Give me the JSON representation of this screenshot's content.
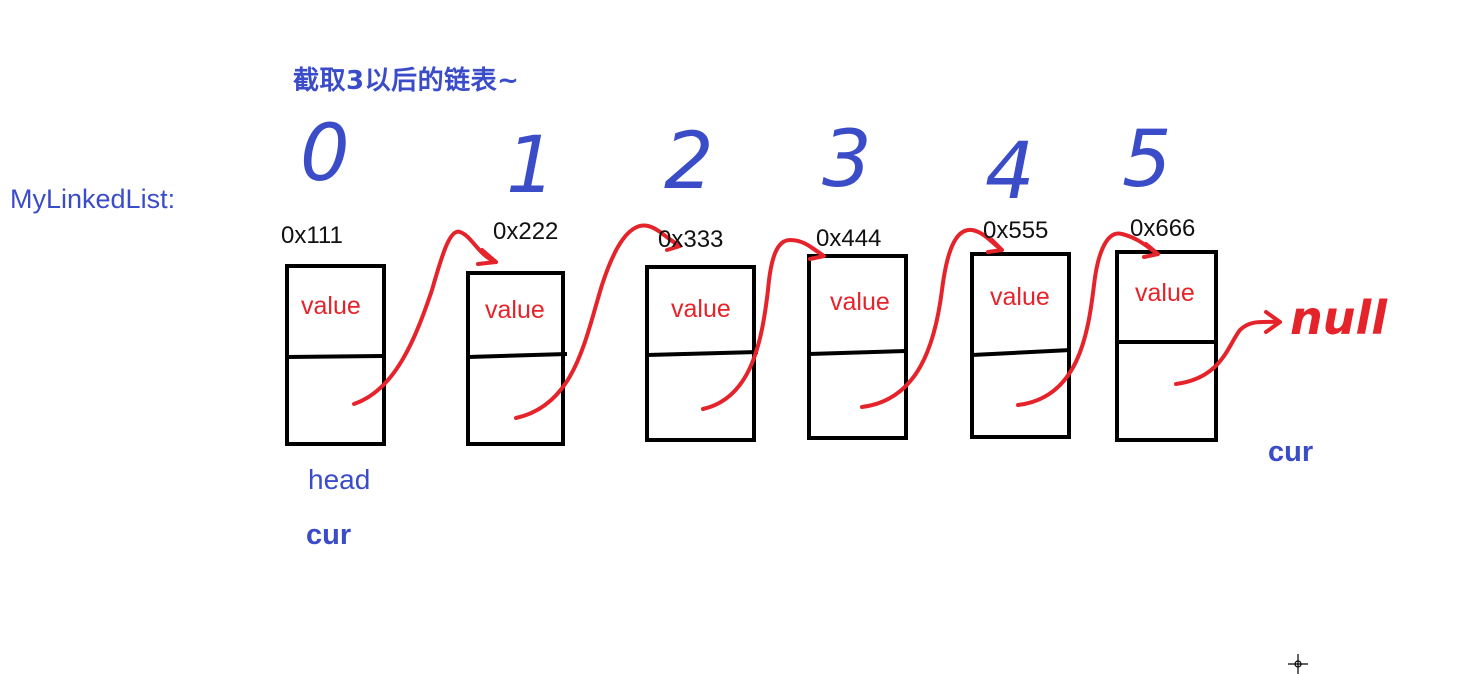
{
  "title": "截取3以后的链表~",
  "list_label": "MyLinkedList:",
  "indices": [
    "0",
    "1",
    "2",
    "3",
    "4",
    "5"
  ],
  "nodes": [
    {
      "address": "0x111",
      "value_label": "value"
    },
    {
      "address": "0x222",
      "value_label": "value"
    },
    {
      "address": "0x333",
      "value_label": "value"
    },
    {
      "address": "0x444",
      "value_label": "value"
    },
    {
      "address": "0x555",
      "value_label": "value"
    },
    {
      "address": "0x666",
      "value_label": "value"
    }
  ],
  "null_label": "null",
  "head_label": "head",
  "cur_label_start": "cur",
  "cur_label_end": "cur",
  "colors": {
    "blue": "#3b4cc8",
    "red": "#e5232a",
    "black": "#111111"
  }
}
